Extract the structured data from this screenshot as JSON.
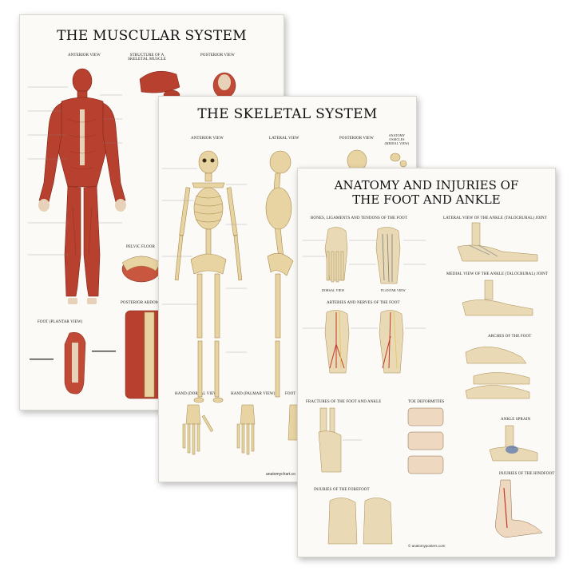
{
  "muscular": {
    "title": "THE MUSCULAR SYSTEM",
    "labels": {
      "anterior": "ANTERIOR VIEW",
      "structure": "STRUCTURE OF A SKELETAL MUSCLE",
      "posterior": "POSTERIOR VIEW",
      "pelvic": "PELVIC FLOOR",
      "abdominal": "POSTERIOR ABDOMINAL WALL",
      "foot": "FOOT (PLANTAR VIEW)"
    },
    "colors": {
      "muscle": "#b8402f",
      "muscle_dark": "#7d2418",
      "tendon": "#e7d1b8"
    }
  },
  "skeletal": {
    "title": "THE SKELETAL SYSTEM",
    "labels": {
      "anterior": "ANTERIOR VIEW",
      "lateral": "LATERAL VIEW",
      "posterior": "POSTERIOR VIEW",
      "ossicles": "ANATOMY OSSICLES (MEDIAL VIEW)",
      "hand_dorsal": "HAND (DORSAL VIEW)",
      "hand_palmar": "HAND (PALMAR VIEW)",
      "foot": "FOOT (DO"
    },
    "footer": "anatomychart.co",
    "colors": {
      "bone": "#e8d4a2",
      "bone_dark": "#a98a4c"
    }
  },
  "foot": {
    "title_line1": "ANATOMY AND INJURIES OF",
    "title_line2": "THE FOOT AND ANKLE",
    "labels": {
      "bones": "BONES, LIGAMENTS AND TENDONS OF THE FOOT",
      "lateral": "LATERAL VIEW OF THE ANKLE (TALOCRURAL) JOINT",
      "medial": "MEDIAL VIEW OF THE ANKLE (TALOCRURAL) JOINT",
      "arteries": "ARTERIES AND NERVES OF THE FOOT",
      "arches": "ARCHES OF THE FOOT",
      "fractures": "FRACTURES OF THE FOOT AND ANKLE",
      "toe": "TOE DEFORMITIES",
      "sprain": "ANKLE SPRAIN",
      "forefoot": "INJURIES OF THE FOREFOOT",
      "hindfoot": "INJURIES OF THE HINDFOOT",
      "dorsal_view": "DORSAL VIEW",
      "plantar_view": "PLANTAR VIEW"
    },
    "footer": "© anatomyposters.com",
    "colors": {
      "bone": "#e9d9b4",
      "artery": "#c0392b",
      "nerve": "#e6c84c",
      "vein": "#3a5fae"
    }
  }
}
